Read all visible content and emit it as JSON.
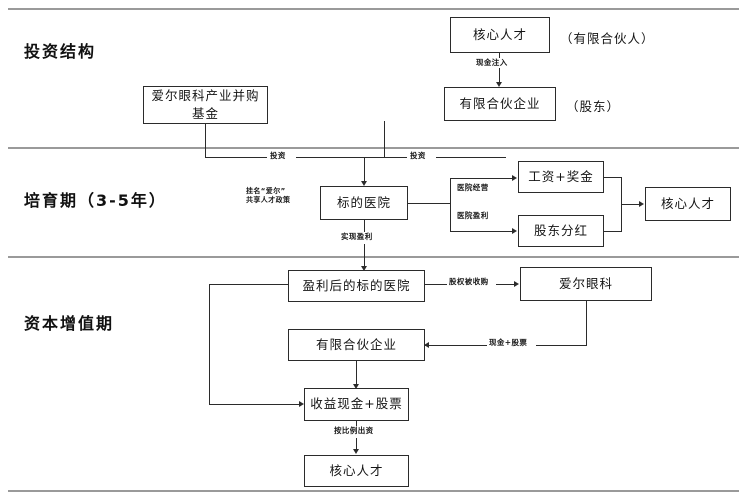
{
  "diagram": {
    "sections": [
      {
        "id": "investment-structure",
        "title": "投资结构"
      },
      {
        "id": "incubation-period",
        "title": "培育期（3-5年）"
      },
      {
        "id": "capital-appreciation",
        "title": "资本增值期"
      }
    ],
    "nodes": [
      {
        "id": "aier-fund",
        "label": "爱尔眼科产业并购\n基金"
      },
      {
        "id": "core-talent-top",
        "label": "核心人才"
      },
      {
        "id": "lp-enterprise-top",
        "label": "有限合伙企业"
      },
      {
        "id": "target-hospital",
        "label": "标的医院"
      },
      {
        "id": "salary-bonus",
        "label": "工资+奖金"
      },
      {
        "id": "shareholder-dividend",
        "label": "股东分红"
      },
      {
        "id": "core-talent-mid",
        "label": "核心人才"
      },
      {
        "id": "profitable-hospital",
        "label": "盈利后的标的医院"
      },
      {
        "id": "aier-eye",
        "label": "爱尔眼科"
      },
      {
        "id": "lp-enterprise-bottom",
        "label": "有限合伙企业"
      },
      {
        "id": "proceeds-cash-stock",
        "label": "收益现金+股票"
      },
      {
        "id": "core-talent-bottom",
        "label": "核心人才"
      }
    ],
    "annotations": [
      {
        "id": "limited-partner-note",
        "label": "（有限合伙人）"
      },
      {
        "id": "shareholder-note",
        "label": "（股东）"
      }
    ],
    "edge_labels": [
      {
        "id": "cash-injection",
        "label": "现金注入"
      },
      {
        "id": "investment-left",
        "label": "投资"
      },
      {
        "id": "investment-right",
        "label": "投资"
      },
      {
        "id": "brand-talent-policy",
        "label": "挂名“爱尔”\n共享人才政策"
      },
      {
        "id": "hospital-operation",
        "label": "医院经营"
      },
      {
        "id": "hospital-profit",
        "label": "医院盈利"
      },
      {
        "id": "achieve-profit",
        "label": "实现盈利"
      },
      {
        "id": "equity-acquired",
        "label": "股权被收购"
      },
      {
        "id": "cash-plus-stock",
        "label": "现金+股票"
      },
      {
        "id": "pro-rata-contribution",
        "label": "按比例出资"
      }
    ],
    "colors": {
      "background": "#ffffff",
      "line": "#2b2b2b",
      "divider": "#9a9a9a",
      "text": "#141414"
    }
  }
}
